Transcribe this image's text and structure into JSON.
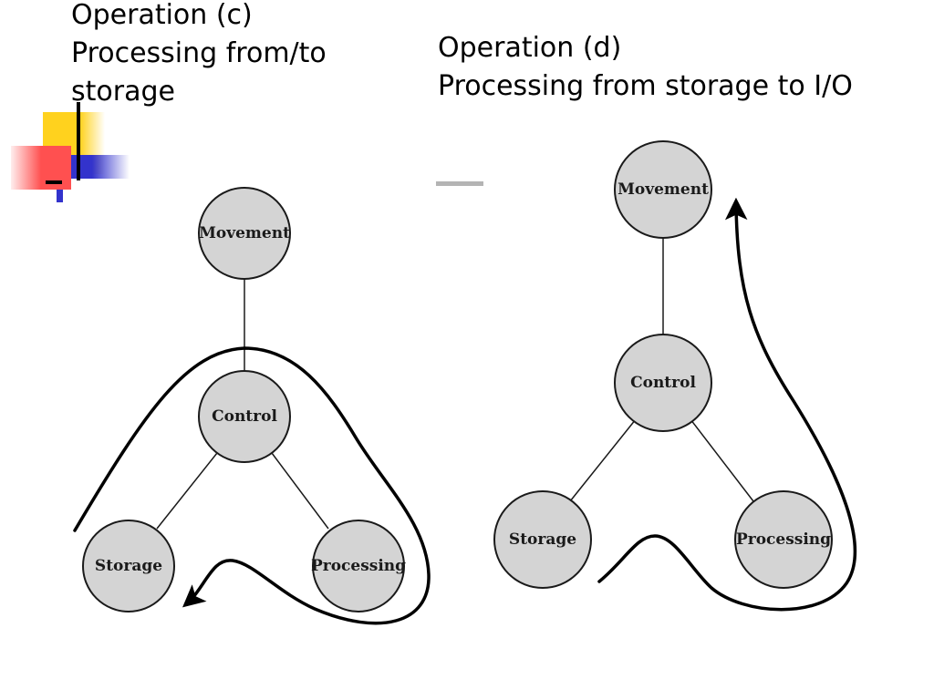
{
  "colors": {
    "node_fill": "#d4d4d4",
    "node_stroke": "#1a1a1a",
    "flow_arrow": "#000000",
    "ornament_yellow": "#ffd21e",
    "ornament_red": "#ff5050",
    "ornament_blue": "#3333cc"
  },
  "panel_c": {
    "heading": {
      "line1": "Operation (c)",
      "line2": "Processing from/to",
      "line3": "storage"
    },
    "nodes": {
      "movement": "Movement",
      "control": "Control",
      "storage": "Storage",
      "processing": "Processing"
    }
  },
  "panel_d": {
    "heading": {
      "line1": "Operation (d)",
      "line2": "Processing from storage to I/O"
    },
    "nodes": {
      "movement": "Movement",
      "control": "Control",
      "storage": "Storage",
      "processing": "Processing"
    }
  }
}
